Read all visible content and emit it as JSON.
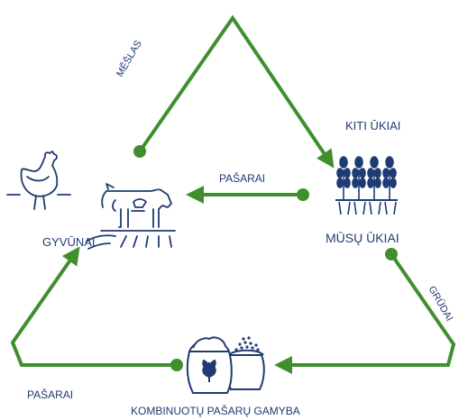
{
  "title": "ingredientų ciklas (diagrama)",
  "nodes": {
    "gyvunai": "GYVŪNAI",
    "musu_ukiai": "MŪSŲ ŪKIAI",
    "kiti_ukiai": "KITI ŪKIAI",
    "kombinuotu": "KOMBINUOTŲ PAŠARŲ GAMYBA"
  },
  "edges": {
    "meslas": "MĚŠLAS",
    "pasarai_top": "PAŠARAI",
    "grudai": "GRŪDAI",
    "pasarai_bottom": "PAŠARAI"
  },
  "colors": {
    "arrow": "#3f8f2f",
    "text": "#1f3b73",
    "icon": "#1f3b73"
  },
  "icons": [
    "hen-icon",
    "cow-icon",
    "field-icon",
    "wheat-icon",
    "feed-sacks-icon"
  ]
}
